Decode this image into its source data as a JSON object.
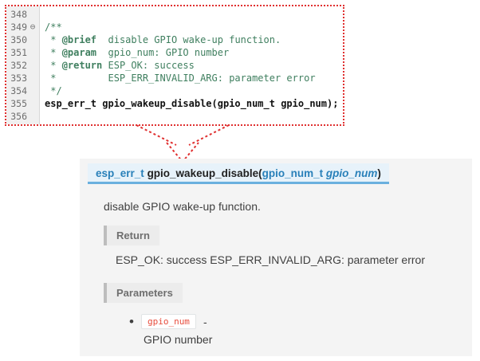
{
  "colors": {
    "dotted_red": "#e03030",
    "comment_green": "#3f7f5f",
    "accent_blue": "#2980b9",
    "signature_bg": "#e7f2fa",
    "signature_border": "#6ab0de",
    "code_literal_red": "#e74c3c",
    "docs_bg": "#f4f4f4"
  },
  "icons": {
    "arrow": "dotted-down-arrow",
    "fold_marker": "circle-minus"
  },
  "editor": {
    "lines": [
      {
        "num": "348",
        "fold": "",
        "segments": []
      },
      {
        "num": "349",
        "fold": "⊖",
        "segments": [
          {
            "t": "/**",
            "c": "comment"
          }
        ]
      },
      {
        "num": "350",
        "fold": "",
        "segments": [
          {
            "t": " * ",
            "c": "comment"
          },
          {
            "t": "@brief",
            "c": "tag"
          },
          {
            "t": "  disable GPIO wake-up function.",
            "c": "comment"
          }
        ]
      },
      {
        "num": "351",
        "fold": "",
        "segments": [
          {
            "t": " * ",
            "c": "comment"
          },
          {
            "t": "@param",
            "c": "tag"
          },
          {
            "t": "  gpio_num: GPIO number",
            "c": "comment"
          }
        ]
      },
      {
        "num": "352",
        "fold": "",
        "segments": [
          {
            "t": " * ",
            "c": "comment"
          },
          {
            "t": "@return",
            "c": "tag"
          },
          {
            "t": " ESP_OK: success",
            "c": "comment"
          }
        ]
      },
      {
        "num": "353",
        "fold": "",
        "segments": [
          {
            "t": " *         ESP_ERR_INVALID_ARG: parameter error",
            "c": "comment"
          }
        ]
      },
      {
        "num": "354",
        "fold": "",
        "segments": [
          {
            "t": " */",
            "c": "comment"
          }
        ]
      },
      {
        "num": "355",
        "fold": "",
        "segments": [
          {
            "t": "esp_err_t gpio_wakeup_disable(gpio_num_t gpio_num);",
            "c": "code"
          }
        ]
      },
      {
        "num": "356",
        "fold": "",
        "segments": []
      }
    ]
  },
  "docs": {
    "signature": {
      "return_type": "esp_err_t",
      "space": " ",
      "name": "gpio_wakeup_disable",
      "paren_open": "(",
      "param_type": "gpio_num_t",
      "param_name": "gpio_num",
      "paren_close": ")"
    },
    "description": "disable GPIO wake-up function.",
    "return": {
      "label": "Return",
      "text": "ESP_OK: success ESP_ERR_INVALID_ARG: parameter error"
    },
    "parameters": {
      "label": "Parameters",
      "items": [
        {
          "name": "gpio_num",
          "dash": "-",
          "description": "GPIO number"
        }
      ]
    }
  }
}
